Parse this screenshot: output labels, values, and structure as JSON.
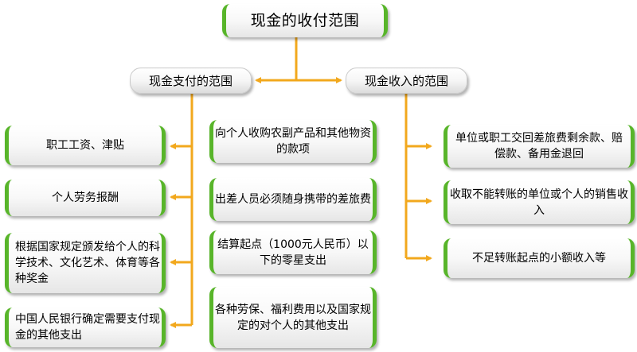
{
  "title": "现金的收付范围",
  "branches": {
    "payment": "现金支付的范围",
    "receipt": "现金收入的范围"
  },
  "payment_items": [
    "职工工资、津贴",
    "个人劳务报酬",
    "根据国家规定颁发给个人的科学技术、文化艺术、体育等各种奖金",
    "中国人民银行确定需要支付现金的其他支出",
    "向个人收购农副产品和其他物资的款项",
    "出差人员必须随身携带的差旅费",
    "结算起点（1000元人民币）以下的零星支出",
    "各种劳保、福利费用以及国家规定的对个人的其他支出"
  ],
  "receipt_items": [
    "单位或职工交回差旅费剩余款、赔偿款、备用金退回",
    "收取不能转账的单位或个人的销售收入",
    "不足转账起点的小额收入等"
  ],
  "colors": {
    "connector": "#f2a81d",
    "box_accent": "#58b52a"
  }
}
